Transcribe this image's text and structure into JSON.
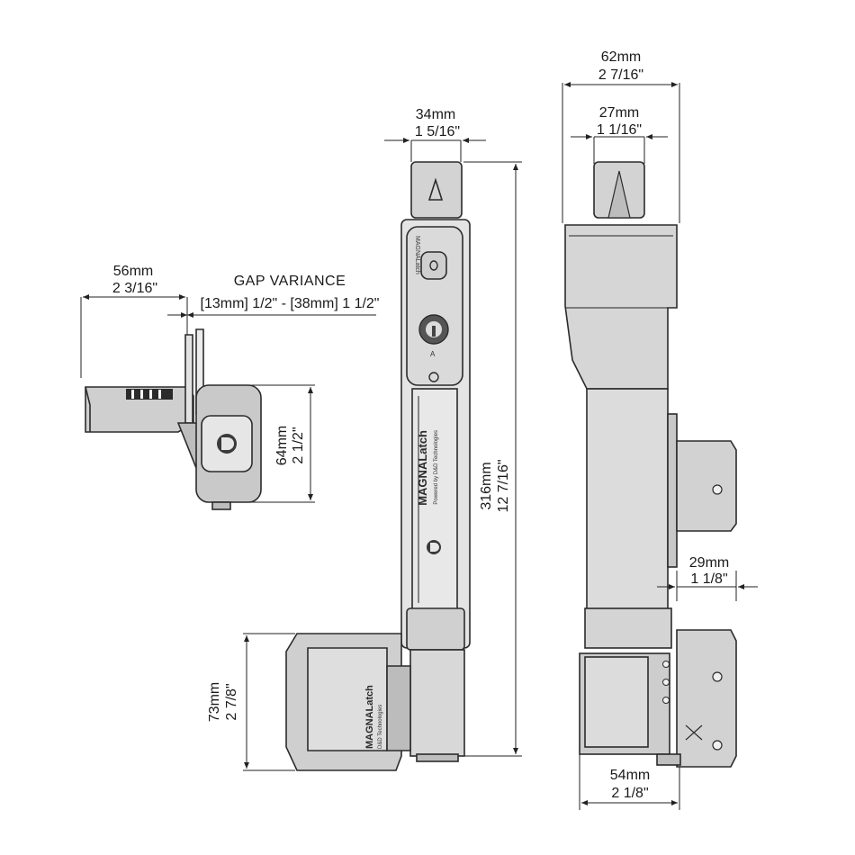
{
  "views": {
    "top": {
      "width_mm": "56mm",
      "width_in": "2 3/16\"",
      "gap_title": "GAP VARIANCE",
      "gap_range": "[13mm] 1/2\" - [38mm] 1 1/2\"",
      "height_mm": "64mm",
      "height_in": "2 1/2\""
    },
    "front": {
      "width_mm": "34mm",
      "width_in": "1 5/16\"",
      "height_mm": "316mm",
      "height_in": "12 7/16\"",
      "brand_small": "MAGNALatch",
      "brand_large": "MAGNALatch",
      "brand_sub": "Powered by D&D Technologies",
      "magnet_height_mm": "73mm",
      "magnet_height_in": "2 7/8\"",
      "magnet_brand": "MAGNALatch",
      "magnet_sub": "D&D Technologies"
    },
    "side": {
      "outer_width_mm": "62mm",
      "outer_width_in": "2 7/16\"",
      "inner_width_mm": "27mm",
      "inner_width_in": "1 1/16\"",
      "offset_mm": "29mm",
      "offset_in": "1 1/8\"",
      "base_width_mm": "54mm",
      "base_width_in": "2 1/8\""
    }
  },
  "colors": {
    "body": "#d9d9d9",
    "body_dark": "#b4b4b4",
    "outline": "#2b2b2b",
    "accent": "#8a8a8a"
  },
  "icons": [
    "d-logo-icon",
    "keyhole-icon",
    "arrow-up-icon"
  ]
}
